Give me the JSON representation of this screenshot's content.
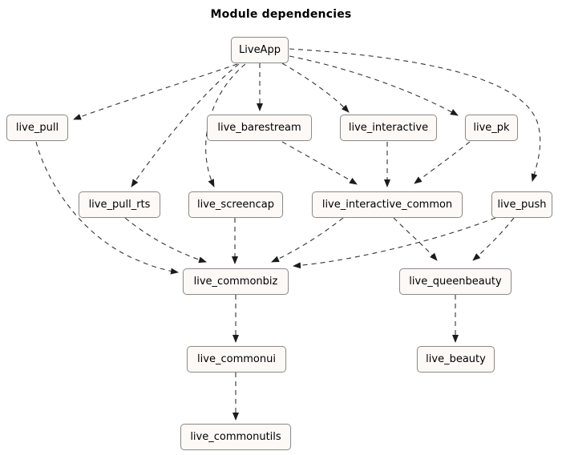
{
  "diagram": {
    "title": "Module dependencies",
    "colors": {
      "background": "#ffffff",
      "node_fill": "#fdf9f7",
      "node_border": "#8f8d8b",
      "edge": "#343434",
      "text": "#000000"
    },
    "nodes": [
      {
        "id": "LiveApp",
        "label": "LiveApp"
      },
      {
        "id": "live_pull",
        "label": "live_pull"
      },
      {
        "id": "live_barestream",
        "label": "live_barestream"
      },
      {
        "id": "live_interactive",
        "label": "live_interactive"
      },
      {
        "id": "live_pk",
        "label": "live_pk"
      },
      {
        "id": "live_pull_rts",
        "label": "live_pull_rts"
      },
      {
        "id": "live_screencap",
        "label": "live_screencap"
      },
      {
        "id": "live_interactive_common",
        "label": "live_interactive_common"
      },
      {
        "id": "live_push",
        "label": "live_push"
      },
      {
        "id": "live_commonbiz",
        "label": "live_commonbiz"
      },
      {
        "id": "live_queenbeauty",
        "label": "live_queenbeauty"
      },
      {
        "id": "live_commonui",
        "label": "live_commonui"
      },
      {
        "id": "live_beauty",
        "label": "live_beauty"
      },
      {
        "id": "live_commonutils",
        "label": "live_commonutils"
      }
    ],
    "edges": [
      {
        "from": "LiveApp",
        "to": "live_pull"
      },
      {
        "from": "LiveApp",
        "to": "live_barestream"
      },
      {
        "from": "LiveApp",
        "to": "live_interactive"
      },
      {
        "from": "LiveApp",
        "to": "live_pk"
      },
      {
        "from": "LiveApp",
        "to": "live_push"
      },
      {
        "from": "LiveApp",
        "to": "live_pull_rts"
      },
      {
        "from": "LiveApp",
        "to": "live_screencap"
      },
      {
        "from": "live_pull",
        "to": "live_commonbiz"
      },
      {
        "from": "live_barestream",
        "to": "live_interactive_common"
      },
      {
        "from": "live_interactive",
        "to": "live_interactive_common"
      },
      {
        "from": "live_pk",
        "to": "live_interactive_common"
      },
      {
        "from": "live_pull_rts",
        "to": "live_commonbiz"
      },
      {
        "from": "live_screencap",
        "to": "live_commonbiz"
      },
      {
        "from": "live_interactive_common",
        "to": "live_commonbiz"
      },
      {
        "from": "live_push",
        "to": "live_commonbiz"
      },
      {
        "from": "live_interactive_common",
        "to": "live_queenbeauty"
      },
      {
        "from": "live_push",
        "to": "live_queenbeauty"
      },
      {
        "from": "live_commonbiz",
        "to": "live_commonui"
      },
      {
        "from": "live_commonui",
        "to": "live_commonutils"
      },
      {
        "from": "live_queenbeauty",
        "to": "live_beauty"
      }
    ]
  }
}
